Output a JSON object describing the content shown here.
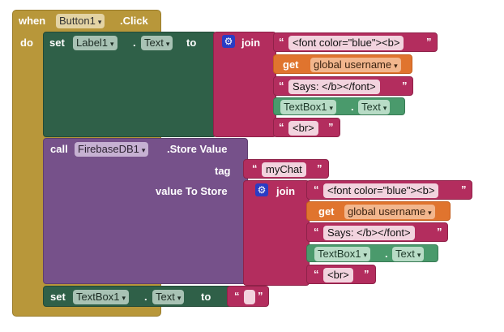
{
  "event": {
    "when": "when",
    "component": "Button1",
    "event_name": ".Click",
    "do": "do"
  },
  "set1": {
    "set": "set",
    "component": "Label1",
    "dot": ".",
    "property": "Text",
    "to": "to"
  },
  "join1": {
    "label": "join",
    "items": [
      {
        "kind": "text",
        "value": "<font color=\"blue\"><b>"
      },
      {
        "kind": "get",
        "get": "get",
        "variable": "global username"
      },
      {
        "kind": "text",
        "value": " Says: </b></font>"
      },
      {
        "kind": "component",
        "component": "TextBox1",
        "dot": ".",
        "property": "Text"
      },
      {
        "kind": "text",
        "value": "<br>"
      }
    ]
  },
  "call": {
    "call": "call",
    "component": "FirebaseDB1",
    "method": ".Store Value",
    "tag_label": "tag",
    "tag_value": "myChat",
    "value_label": "value To Store"
  },
  "join2": {
    "label": "join",
    "items": [
      {
        "kind": "text",
        "value": "<font color=\"blue\"><b>"
      },
      {
        "kind": "get",
        "get": "get",
        "variable": "global username"
      },
      {
        "kind": "text",
        "value": " Says: </b></font>"
      },
      {
        "kind": "component",
        "component": "TextBox1",
        "dot": ".",
        "property": "Text"
      },
      {
        "kind": "text",
        "value": "<br>"
      }
    ]
  },
  "set2": {
    "set": "set",
    "component": "TextBox1",
    "dot": ".",
    "property": "Text",
    "to": "to",
    "value": ""
  },
  "quote_open": "“",
  "quote_close": "”",
  "dropdown_arrow": "▾"
}
